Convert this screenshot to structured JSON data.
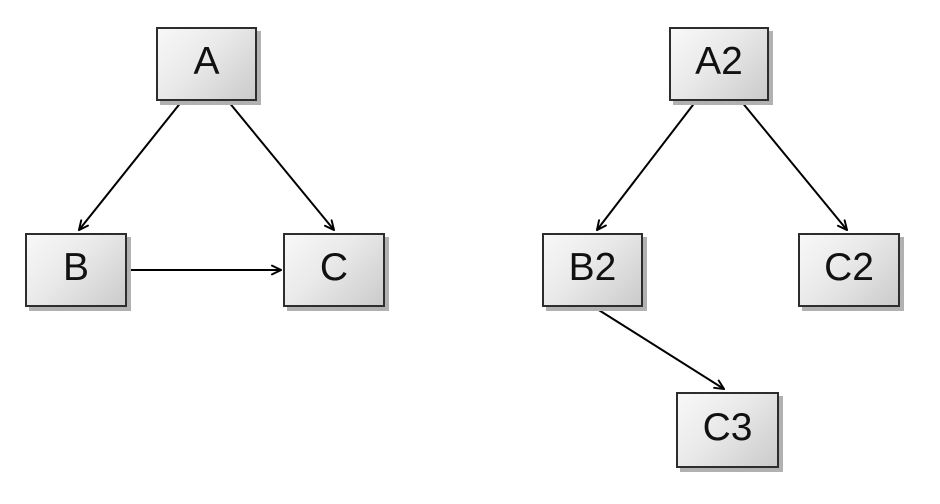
{
  "diagram": {
    "node_labels": {
      "A": "A",
      "B": "B",
      "C": "C",
      "A2": "A2",
      "B2": "B2",
      "C2": "C2",
      "C3": "C3"
    },
    "graphs": [
      {
        "id": "left-graph",
        "nodes": [
          "A",
          "B",
          "C"
        ],
        "edges": [
          {
            "from": "A",
            "to": "B"
          },
          {
            "from": "A",
            "to": "C"
          },
          {
            "from": "B",
            "to": "C"
          }
        ]
      },
      {
        "id": "right-graph",
        "nodes": [
          "A2",
          "B2",
          "C2",
          "C3"
        ],
        "edges": [
          {
            "from": "A2",
            "to": "B2"
          },
          {
            "from": "A2",
            "to": "C2"
          },
          {
            "from": "B2",
            "to": "C3"
          }
        ]
      }
    ],
    "colors": {
      "background": "#ffffff",
      "node_fill_light": "#f8f8f8",
      "node_fill_dark": "#cbcbcb",
      "node_border": "#2d2d2d",
      "node_shadow": "#b1b1b1",
      "edge": "#000000",
      "label": "#111111"
    }
  }
}
